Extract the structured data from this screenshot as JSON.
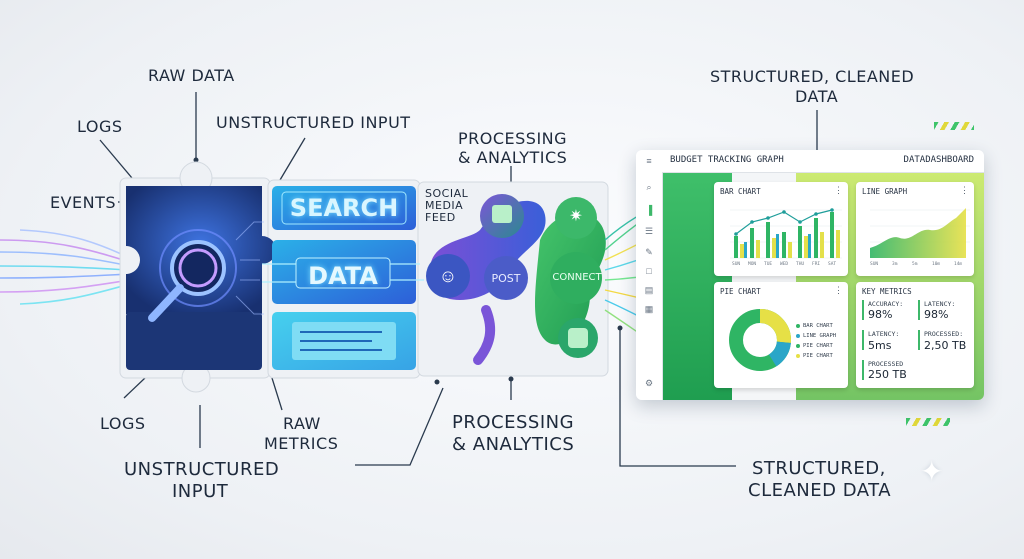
{
  "labels": {
    "raw_data_top": "RAW DATA",
    "logs_top": "LOGS",
    "unstructured_top": "UNSTRUCTURED INPUT",
    "events": "EVENTS",
    "processing_top_1": "PROCESSING",
    "processing_top_2": "& ANALYTICS",
    "social_1": "SOCIAL",
    "social_2": "MEDIA",
    "social_3": "FEED",
    "structured_top_1": "STRUCTURED, CLEANED",
    "structured_top_2": "DATA",
    "logs_bottom": "LOGS",
    "raw_metrics_1": "RAW",
    "raw_metrics_2": "METRICS",
    "unstructured_bottom_1": "UNSTRUCTURED",
    "unstructured_bottom_2": "INPUT",
    "processing_bottom_1": "PROCESSING",
    "processing_bottom_2": "& ANALYTICS",
    "structured_bottom_1": "STRUCTURED,",
    "structured_bottom_2": "CLEANED DATA"
  },
  "puzzle": {
    "search": "SEARCH",
    "data": "DATA",
    "post": "POST",
    "connect": "CONNECT"
  },
  "dashboard": {
    "title": "BUDGET TRACKING GRAPH",
    "brand": "DATADASHBOARD",
    "bar_chart": "BAR CHART",
    "line_graph": "LINE GRAPH",
    "pie_chart": "PIE CHART",
    "key_metrics": "KEY METRICS",
    "bar_days": [
      "SUN",
      "MON",
      "TUE",
      "WED",
      "THU",
      "FRI",
      "SAT"
    ],
    "line_days": [
      "SUN",
      "3m",
      "5m",
      "10m",
      "14m"
    ],
    "pie_legend": [
      "BAR CHART",
      "LINE GRAPH",
      "PIE CHART",
      "PIE CHART"
    ],
    "metrics": [
      {
        "label": "ACCURACY:",
        "value": "98%"
      },
      {
        "label": "LATENCY:",
        "value": "98%"
      },
      {
        "label": "LATENCY:",
        "value": "5ms"
      },
      {
        "label": "PROCESSED:",
        "value": "2,50 TB"
      },
      {
        "label": "PROCESSED",
        "value": "250 TB"
      }
    ]
  },
  "colors": {
    "navy": "#1f3f8a",
    "blue": "#2f86e0",
    "cyan": "#3ec4e6",
    "purple": "#6a4fd4",
    "green": "#3fbf6a",
    "lime": "#c8e04a"
  },
  "icons": [
    "magnifier-icon",
    "people-icon",
    "chat-icon",
    "share-icon",
    "phone-icon",
    "sparkle-icon"
  ]
}
